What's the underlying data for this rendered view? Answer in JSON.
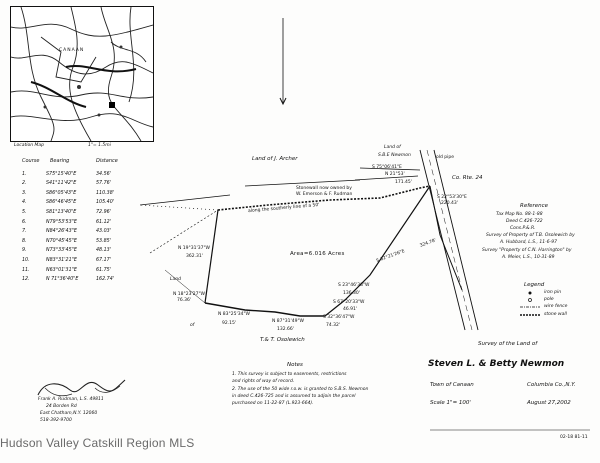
{
  "location_map": {
    "town_label": "CANAAN",
    "caption": "Location Map",
    "scale": "1\"= 1.5mi"
  },
  "course_table": {
    "headers": [
      "Course",
      "Bearing",
      "Distance"
    ],
    "rows": [
      [
        "1.",
        "S75°15'40\"E",
        "34.56'"
      ],
      [
        "2.",
        "S41°11'42\"E",
        "57.76'"
      ],
      [
        "3.",
        "S86°05'43\"E",
        "110.38'"
      ],
      [
        "4.",
        "S86°46'45\"E",
        "105.40'"
      ],
      [
        "5.",
        "S81°13'40\"E",
        "72.96'"
      ],
      [
        "6.",
        "N79°53'53\"E",
        "61.12'"
      ],
      [
        "7.",
        "N84°26'43\"E",
        "43.03'"
      ],
      [
        "8.",
        "N70°45'45\"E",
        "53.85'"
      ],
      [
        "9.",
        "N73°33'45\"E",
        "48.13'"
      ],
      [
        "10.",
        "N83°31'21\"E",
        "67.17'"
      ],
      [
        "11.",
        "N63°01'31\"E",
        "61.75'"
      ],
      [
        "12.",
        "N 71°36'40\"E",
        "162.74'"
      ]
    ]
  },
  "labels": {
    "land_archer": "Land of J. Archer",
    "land_of": "Land of",
    "sbe_newman": "S.B.E Newmon",
    "co_rte": "Co. Rte. 24",
    "stonewall": "Stonewall now owned by",
    "stonewall2": "W. Emerson & F. Rudman",
    "along": "along the southerly line of a 50'",
    "area": "Area=6.016 Acres",
    "land_left": "Land",
    "of_left": "of",
    "osolewich": "T.& T. Osolewich",
    "b1": "N 19°31'37\"W",
    "d1": "362.31'",
    "b2": "N 18°23'27\"W",
    "d2": "76.36'",
    "b3": "N 83°25'34\"W",
    "d3": "92.15'",
    "b4": "N 87°31'49\"W",
    "d4": "132.66'",
    "b5": "S 62°21'26\"E",
    "d5": "324.78'",
    "b6": "S 23°46'38\"W",
    "d6": "136.30'",
    "b7": "S 67°20'33\"W",
    "d7": "46.91'",
    "b8": "S 32°36'47\"W",
    "d8": "74.32'",
    "b9": "S 22°53'30\"E",
    "d9": "220.43'",
    "n_top": "S 75°06'41\"E",
    "n_top2": "N 21°53'",
    "d_top": "171.45'",
    "old_pipe": "old pipe"
  },
  "reference": {
    "title": "Reference",
    "lines": [
      "Tax Map No. 88-1-88",
      "Deed C.426-722",
      "Cons.P.&.R.",
      "Survey of Property of T.B. Osolewich by",
      "A. Hubbard, L.S., 11-6-97",
      "Survey \"Property of C.N. Harrington\" by",
      "A. Meier, L.S., 10-31-89"
    ]
  },
  "legend": {
    "title": "Legend",
    "items": [
      "iron pin",
      "pole",
      "wire fence",
      "stone wall"
    ]
  },
  "title_block": {
    "caption": "Survey of the Land of",
    "names": "Steven L. & Betty Newmon",
    "town": "Town of Canaan",
    "county": "Columbia Co.,N.Y.",
    "scale": "Scale 1\"= 100'",
    "date": "August 27,2002"
  },
  "notes": {
    "title": "Notes",
    "lines": [
      "1. This survey is subject to easements, restrictions",
      "   and rights of way of record.",
      "2. The use of the 50 wide r.o.w. is granted to S.B.S. Newmon",
      "   in deed C.426-725 and is assumed to adjoin the parcel",
      "   purchased on 11-22-87 (L.923-664)."
    ]
  },
  "surveyor": {
    "name": "Frank A. Rudman, L.S. 49811",
    "addr1": "24 Borden Rd",
    "addr2": "East Chatham,N.Y. 12060",
    "phone": "518-392-9700"
  },
  "sheet_id": "02-18 81-11",
  "watermark": "Hudson Valley Catskill Region MLS"
}
